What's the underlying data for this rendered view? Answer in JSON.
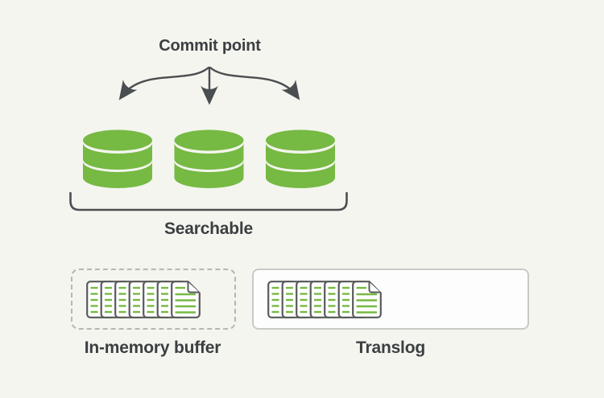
{
  "colors": {
    "background": "#f4f5ee",
    "green": "#76b943",
    "dark_text": "#3b3f42",
    "arrow": "#4a4e51",
    "doc_outline": "#58595b",
    "buffer_border": "#b5b7b0",
    "translog_border": "#c9cac5",
    "translog_fill": "#fdfdfe"
  },
  "diagram": {
    "commit_point_label": "Commit point",
    "searchable_label": "Searchable",
    "segments_count": 3,
    "buffer": {
      "label": "In-memory buffer",
      "doc_pages": 7
    },
    "translog": {
      "label": "Translog",
      "doc_pages": 7
    }
  }
}
